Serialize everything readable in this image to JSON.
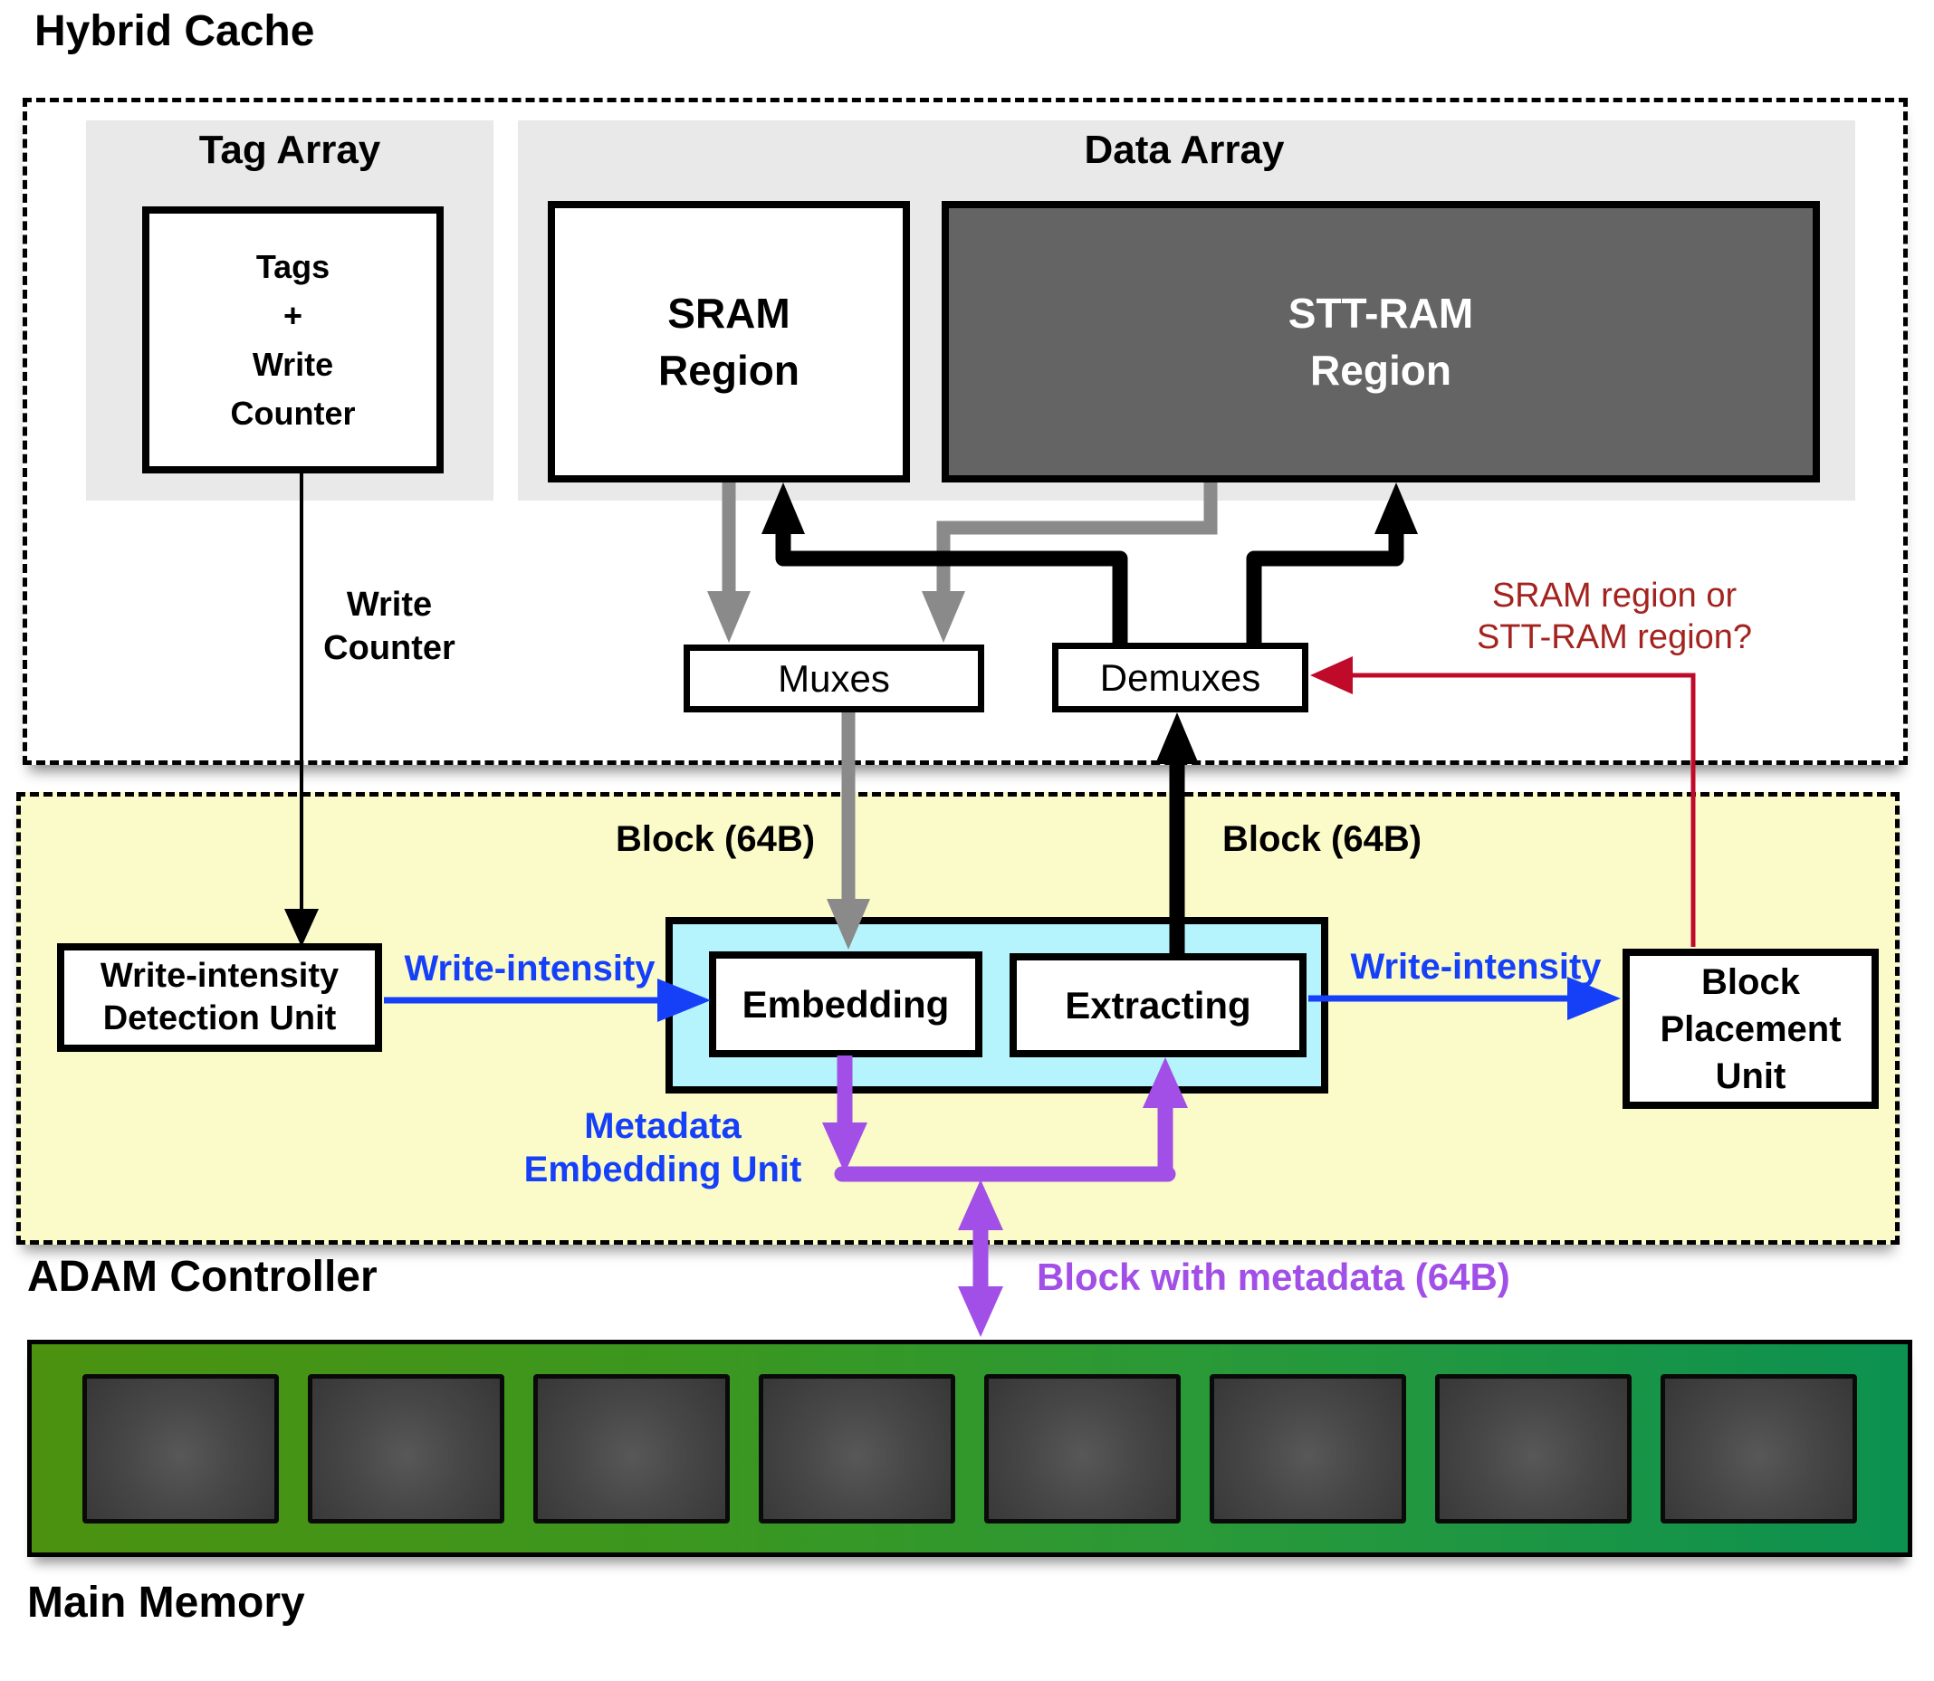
{
  "colors": {
    "panel": "#e9e9e9",
    "stt": "#646464",
    "yellow": "#fbfac9",
    "cyan": "#b5f4fc",
    "blue": "#1540f8",
    "purple": "#a14fe6",
    "red_line": "#c00a2a",
    "red_text": "#a3231f",
    "gray_arrow": "#8a8a8a"
  },
  "hybrid_cache": {
    "title": "Hybrid Cache",
    "tag_array": {
      "label": "Tag Array",
      "tags_box": "Tags\n+\nWrite\nCounter"
    },
    "data_array": {
      "label": "Data Array",
      "sram": "SRAM\nRegion",
      "stt_ram": "STT-RAM\nRegion"
    },
    "muxes": "Muxes",
    "demuxes": "Demuxes",
    "write_counter_label": "Write\nCounter",
    "routing_question": "SRAM region or\nSTT-RAM region?"
  },
  "adam_controller": {
    "label": "ADAM Controller",
    "block_label_left": "Block (64B)",
    "block_label_right": "Block (64B)",
    "write_intensity_detection_unit": "Write-intensity\nDetection Unit",
    "write_intensity_left": "Write-intensity",
    "write_intensity_right": "Write-intensity",
    "embedding": "Embedding",
    "extracting": "Extracting",
    "metadata_embedding_unit": "Metadata\nEmbedding Unit",
    "block_placement_unit": "Block\nPlacement\nUnit",
    "block_with_metadata": "Block with metadata (64B)"
  },
  "main_memory": {
    "label": "Main Memory",
    "chip_count": 8
  }
}
